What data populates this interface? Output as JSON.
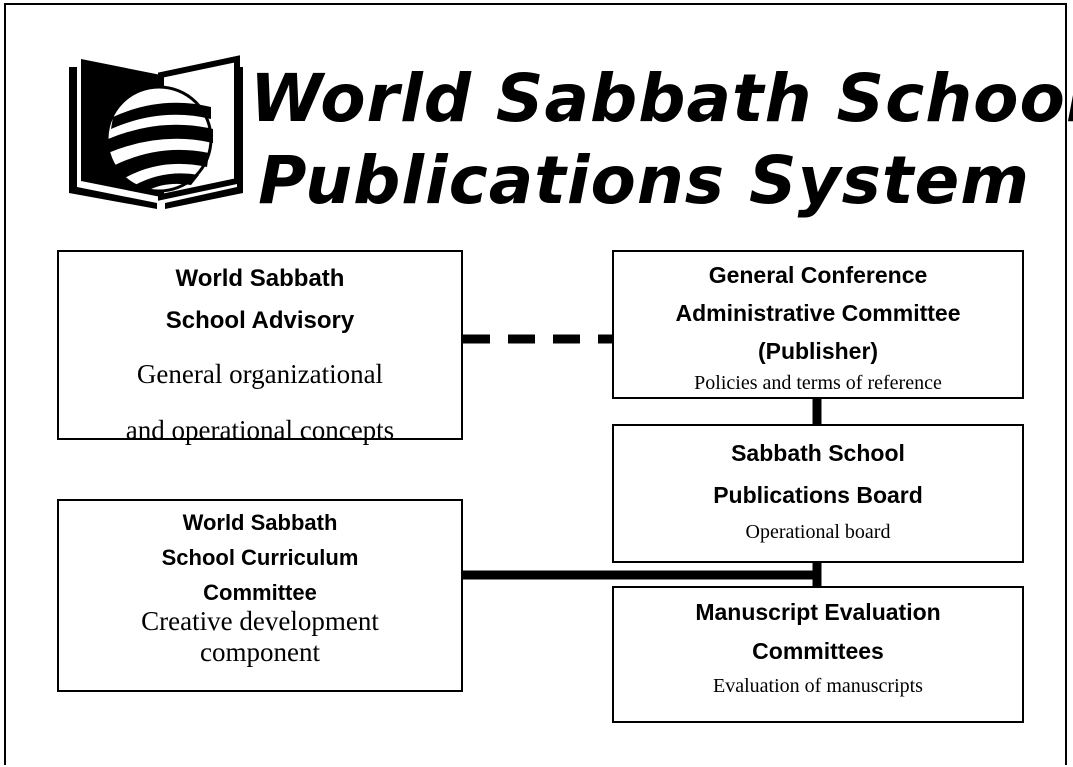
{
  "title": {
    "line1": "World Sabbath School",
    "line2": "Publications System"
  },
  "logo": {
    "icon": "open-book-globe-logo"
  },
  "boxes": {
    "advisory": {
      "heading": [
        "World Sabbath",
        "School Advisory"
      ],
      "description": [
        "General organizational",
        "and operational concepts"
      ]
    },
    "gc_admin": {
      "heading": [
        "General Conference",
        "Administrative Committee",
        "(Publisher)"
      ],
      "description": [
        "Policies and terms of reference"
      ]
    },
    "publications_board": {
      "heading": [
        "Sabbath School",
        "Publications Board"
      ],
      "description": [
        "Operational board"
      ]
    },
    "curriculum": {
      "heading": [
        "World Sabbath",
        "School Curriculum",
        "Committee"
      ],
      "description": [
        "Creative development",
        "component"
      ]
    },
    "manuscript_eval": {
      "heading": [
        "Manuscript Evaluation",
        "Committees"
      ],
      "description": [
        "Evaluation of manuscripts"
      ]
    }
  },
  "connectors": {
    "advisory_to_gc": "dashed",
    "gc_to_board": "solid",
    "curriculum_to_board_and_eval": "solid"
  }
}
